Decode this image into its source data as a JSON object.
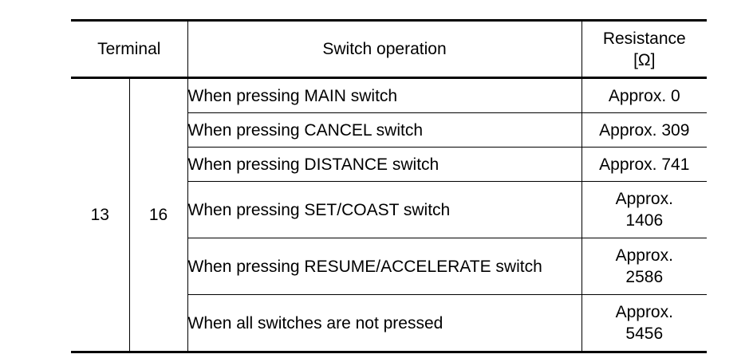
{
  "table": {
    "header": {
      "terminal": "Terminal",
      "switch_operation": "Switch operation",
      "resistance": "Resistance\n[Ω]"
    },
    "terminal_a": "13",
    "terminal_b": "16",
    "rows": [
      {
        "operation": "When pressing MAIN switch",
        "resistance": "Approx. 0"
      },
      {
        "operation": "When pressing CANCEL switch",
        "resistance": "Approx. 309"
      },
      {
        "operation": "When pressing DISTANCE switch",
        "resistance": "Approx. 741"
      },
      {
        "operation": "When pressing SET/COAST switch",
        "resistance": "Approx.\n1406"
      },
      {
        "operation": "When pressing RESUME/ACCELERATE switch",
        "resistance": "Approx.\n2586"
      },
      {
        "operation": "When all switches are not pressed",
        "resistance": "Approx.\n5456"
      }
    ]
  }
}
